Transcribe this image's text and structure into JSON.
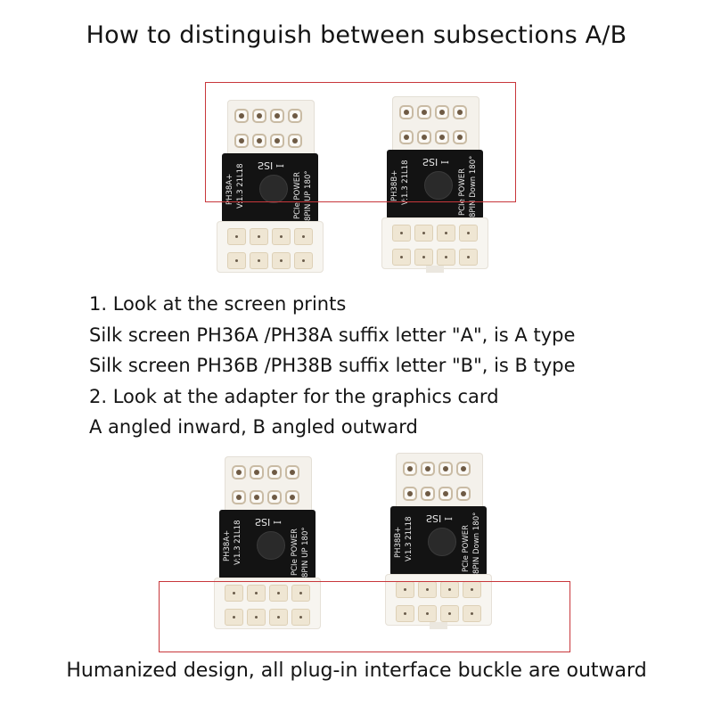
{
  "title": "How to distinguish between subsections A/B",
  "steps": [
    "1. Look at the screen prints",
    "Silk screen PH36A /PH38A suffix letter \"A\", is A type",
    "Silk screen PH36B /PH38B suffix letter \"B\", is B type",
    "2. Look at the adapter for the graphics card",
    "A angled inward, B angled outward"
  ],
  "footer": "Humanized design, all plug-in interface buckle are outward",
  "highlight_color": "#c8373b",
  "adapters": {
    "top_a": {
      "model": "PH38A+",
      "version": "V:1.3  21L18",
      "line1": "PCIe POWER",
      "line2": "8PIN UP 180°",
      "code": "ꟷ ISƧ"
    },
    "top_b": {
      "model": "PH38B+",
      "version": "V:1.3  21L18",
      "line1": "PCIe POWER",
      "line2": "8PIN Down 180°",
      "code": "ꟷ ISƧ"
    },
    "bottom_a": {
      "model": "PH38A+",
      "version": "V:1.3  21L18",
      "line1": "PCIe POWER",
      "line2": "8PIN UP 180°",
      "code": "ꟷ ISƧ"
    },
    "bottom_b": {
      "model": "PH38B+",
      "version": "V:1.3  21L18",
      "line1": "PCIe POWER",
      "line2": "8PIN Down 180°",
      "code": "ꟷ ISƧ"
    }
  }
}
